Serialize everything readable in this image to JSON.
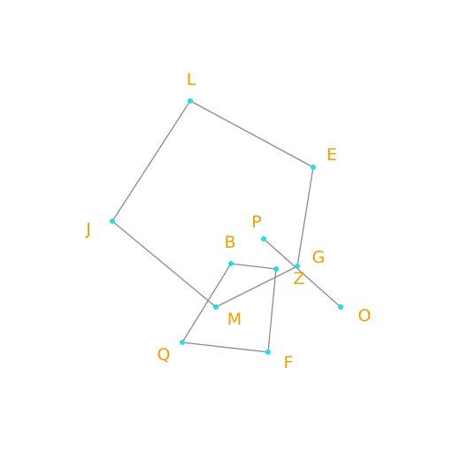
{
  "colors": {
    "background": "#ffffff",
    "edge": "#8c8c8c",
    "point": "#1ee0e0",
    "label": "#f0a000"
  },
  "points": [
    {
      "id": "L",
      "label": "L"
    },
    {
      "id": "E",
      "label": "E"
    },
    {
      "id": "J",
      "label": "J"
    },
    {
      "id": "P",
      "label": "P"
    },
    {
      "id": "B",
      "label": "B"
    },
    {
      "id": "G",
      "label": "G"
    },
    {
      "id": "Z",
      "label": "Z"
    },
    {
      "id": "M",
      "label": "M"
    },
    {
      "id": "O",
      "label": "O"
    },
    {
      "id": "Q",
      "label": "Q"
    },
    {
      "id": "F",
      "label": "F"
    }
  ],
  "edges": [
    [
      "L",
      "E"
    ],
    [
      "L",
      "J"
    ],
    [
      "E",
      "G"
    ],
    [
      "J",
      "M"
    ],
    [
      "M",
      "G"
    ],
    [
      "P",
      "O"
    ],
    [
      "B",
      "Z"
    ],
    [
      "B",
      "Q"
    ],
    [
      "Z",
      "F"
    ],
    [
      "Q",
      "F"
    ]
  ]
}
